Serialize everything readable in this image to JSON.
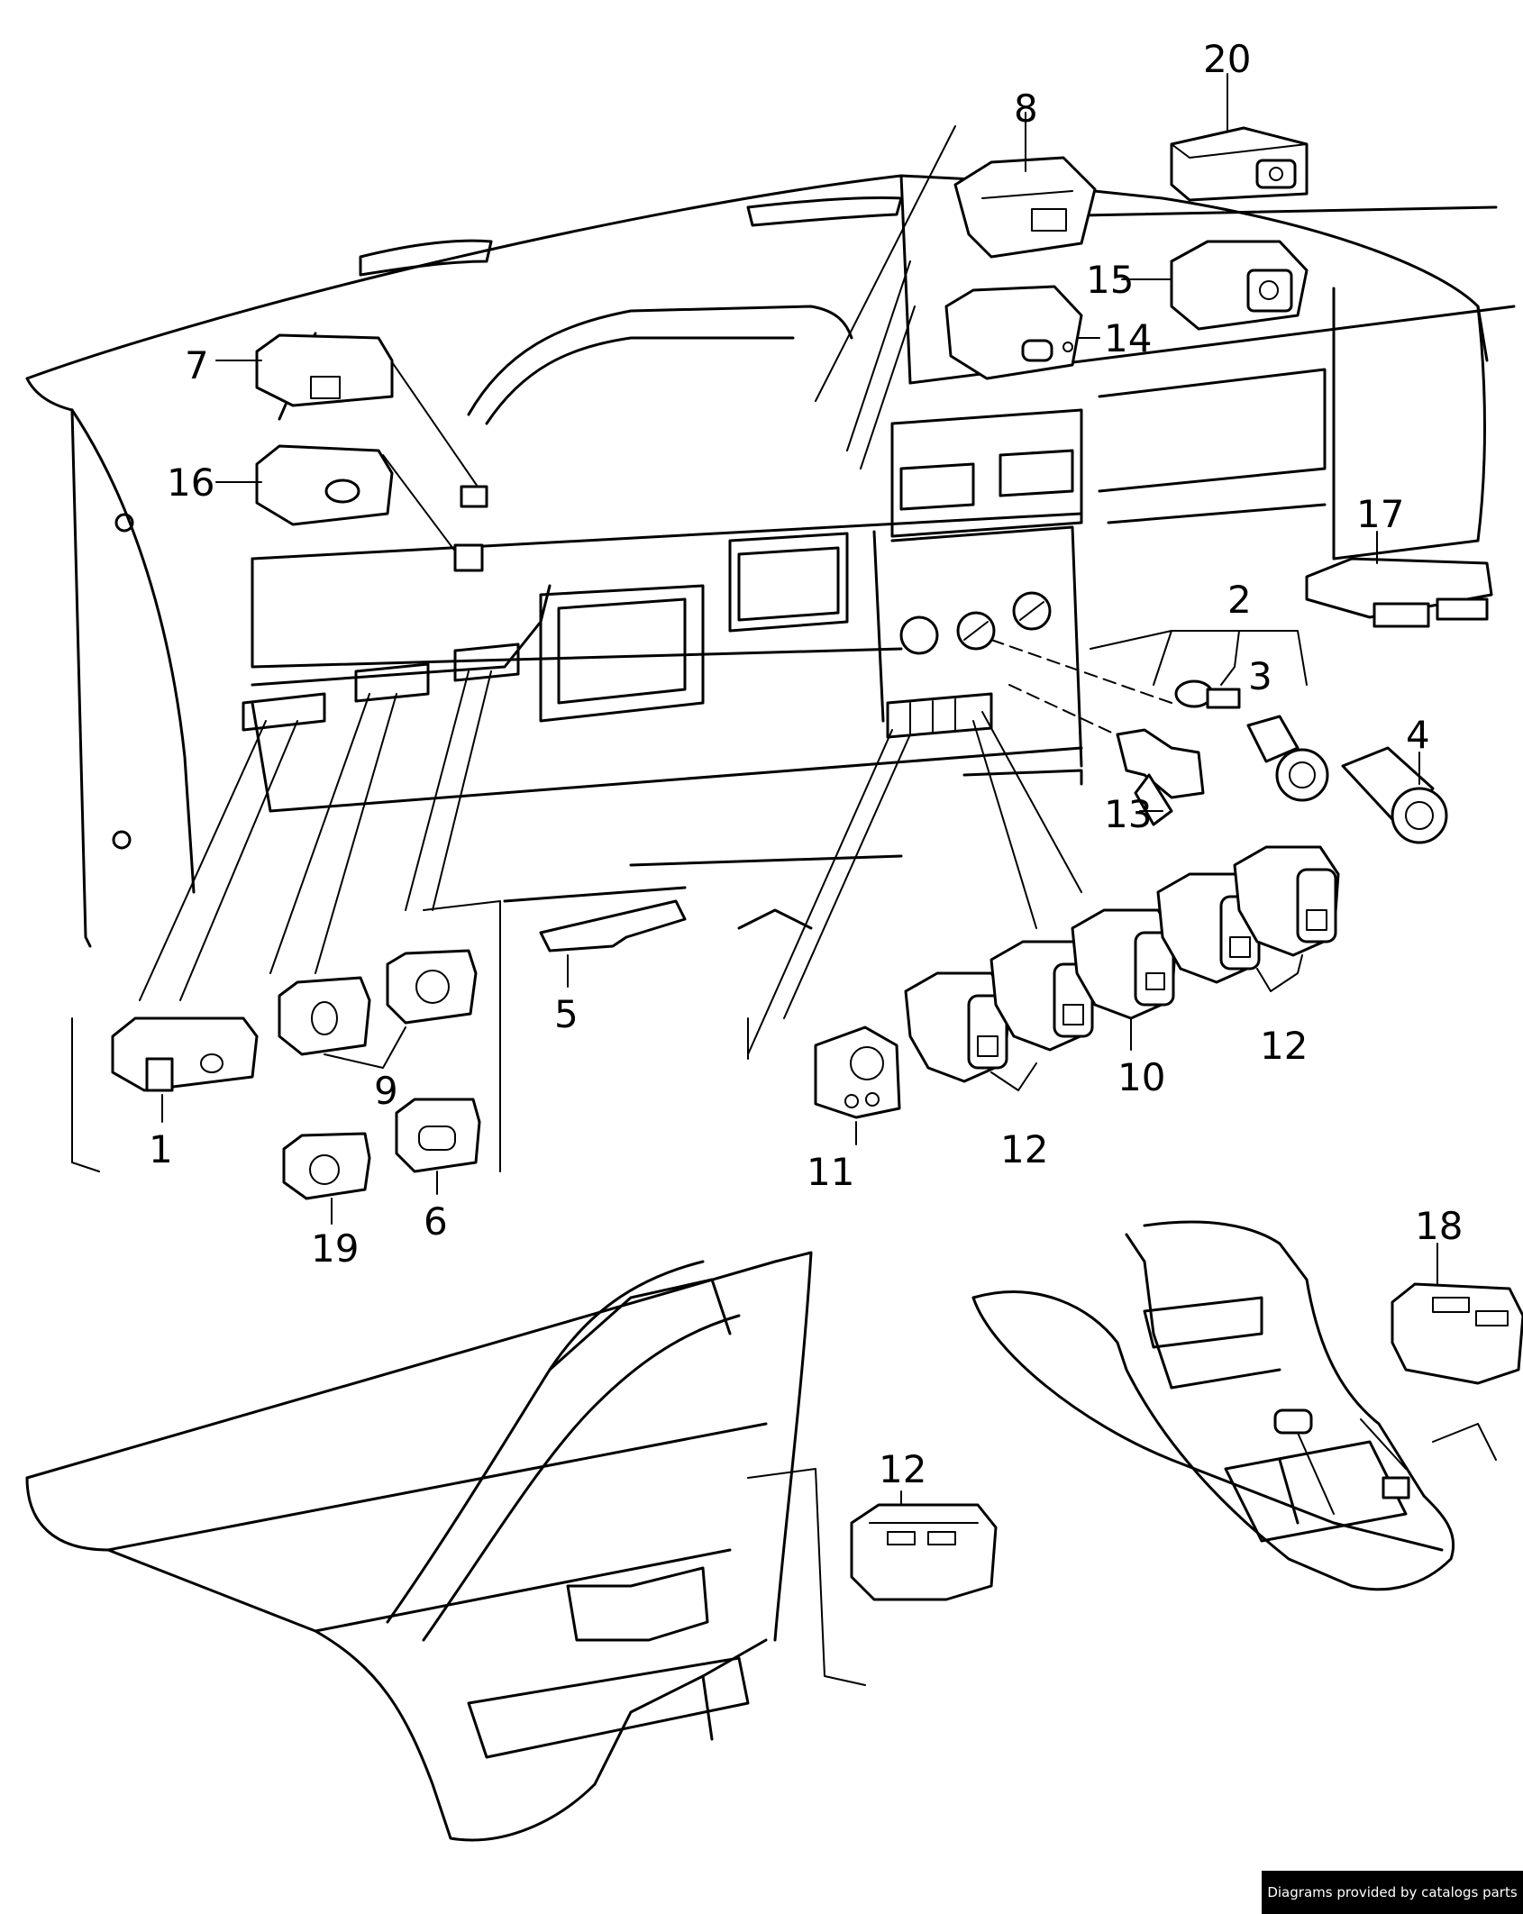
{
  "callouts": [
    {
      "id": "c1",
      "label": "1"
    },
    {
      "id": "c2",
      "label": "2"
    },
    {
      "id": "c3",
      "label": "3"
    },
    {
      "id": "c4",
      "label": "4"
    },
    {
      "id": "c5",
      "label": "5"
    },
    {
      "id": "c6",
      "label": "6"
    },
    {
      "id": "c7",
      "label": "7"
    },
    {
      "id": "c8",
      "label": "8"
    },
    {
      "id": "c9",
      "label": "9"
    },
    {
      "id": "c10",
      "label": "10"
    },
    {
      "id": "c11",
      "label": "11"
    },
    {
      "id": "c12a",
      "label": "12"
    },
    {
      "id": "c12b",
      "label": "12"
    },
    {
      "id": "c12c",
      "label": "12"
    },
    {
      "id": "c13",
      "label": "13"
    },
    {
      "id": "c14",
      "label": "14"
    },
    {
      "id": "c15",
      "label": "15"
    },
    {
      "id": "c16",
      "label": "16"
    },
    {
      "id": "c17",
      "label": "17"
    },
    {
      "id": "c18",
      "label": "18"
    },
    {
      "id": "c19",
      "label": "19"
    },
    {
      "id": "c20",
      "label": "20"
    }
  ],
  "footer": {
    "text": "Diagrams provided by catalogs parts"
  }
}
